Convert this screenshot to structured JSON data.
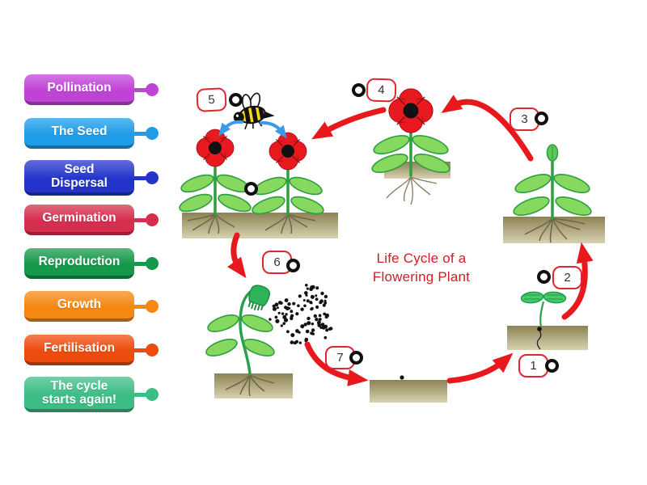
{
  "title": {
    "line1": "Life Cycle of a",
    "line2": "Flowering Plant"
  },
  "labels": [
    {
      "text": "Pollination",
      "color": "#bf44d6"
    },
    {
      "text": "The Seed",
      "color": "#1f9de8"
    },
    {
      "text": "Seed\nDispersal",
      "color": "#2334cb"
    },
    {
      "text": "Germination",
      "color": "#d52e4e"
    },
    {
      "text": "Reproduction",
      "color": "#16994a"
    },
    {
      "text": "Growth",
      "color": "#f68812"
    },
    {
      "text": "Fertilisation",
      "color": "#ee4b0e"
    },
    {
      "text": "The cycle\nstarts again!",
      "color": "#3bbd85"
    }
  ],
  "markers": [
    {
      "number": "1"
    },
    {
      "number": "2"
    },
    {
      "number": "3"
    },
    {
      "number": "4"
    },
    {
      "number": "5"
    },
    {
      "number": "6"
    },
    {
      "number": "7"
    }
  ],
  "colors": {
    "title_red": "#cc2026",
    "arrow_red": "#e8191c",
    "arrow_blue": "#3d9ae8",
    "marker_border": "#e02630",
    "flower_red": "#e8191f",
    "leaf_green": "#86d95e",
    "stem_green": "#2e9e40",
    "soil_top": "#8c8354",
    "soil_bottom": "#d8d2b1",
    "bee_yellow": "#f8d816"
  }
}
